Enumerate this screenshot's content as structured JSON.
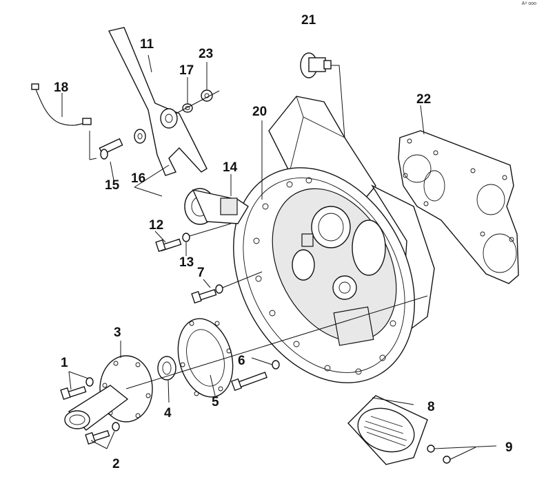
{
  "corner_note": "A⁸ ooo",
  "callouts": {
    "c1": "1",
    "c2": "2",
    "c3": "3",
    "c4": "4",
    "c5": "5",
    "c6": "6",
    "c7": "7",
    "c8": "8",
    "c9": "9",
    "c11": "11",
    "c12": "12",
    "c13": "13",
    "c14": "14",
    "c15": "15",
    "c16": "16",
    "c17": "17",
    "c18": "18",
    "c20": "20",
    "c21": "21",
    "c22": "22",
    "c23": "23"
  }
}
